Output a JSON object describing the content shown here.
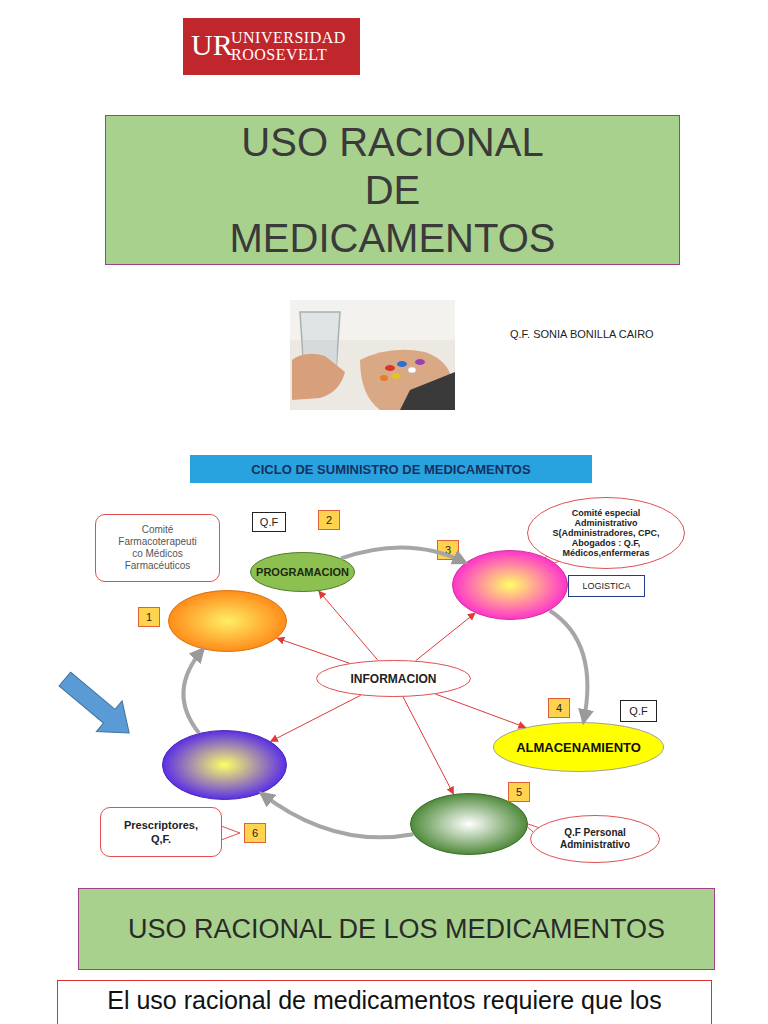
{
  "diagram": {
    "title": "USO RACIONAL DE MEDICAMENTOS",
    "nodes": [
      {
        "text": [
          "UR",
          "UNIVERSIDAD ROOSEVELT"
        ]
      },
      {
        "text": [
          "CICLO DE SUMINISTRO DE MEDICAMENTOS"
        ]
      },
      {
        "text": [
          "Comité especial Administrativo S(Administradores, CPC, Abogados : Q.F, Médicos,enfermeras"
        ]
      },
      {
        "text": [
          "Q.F"
        ]
      },
      {
        "text": [
          "Comité Farmacoterapeuti co Médicos Farmacéuticos"
        ]
      },
      {
        "text": [
          "2",
          "PROGRAMACION"
        ]
      },
      {
        "text": [
          "3"
        ]
      },
      {
        "text": [
          "LOGISTICA"
        ]
      },
      {
        "text": [
          "1"
        ]
      },
      {
        "text": [
          "INFORMACION"
        ]
      },
      {
        "text": [
          "Q.F"
        ]
      },
      {
        "text": [
          "4",
          "ALMACENAMIENTO"
        ]
      },
      {
        "text": [
          "6"
        ]
      },
      {
        "text": [
          "5"
        ]
      },
      {
        "text": [
          "Q.F Personal Administrativo"
        ]
      },
      {
        "text": [
          "Prescriptores, Q,F."
        ]
      },
      {
        "text": [
          "USO RACIONAL DE LOS MEDICAMENTOS"
        ]
      },
      {
        "text": [
          "El uso racional de medicamentos requiere que los"
        ]
      }
    ],
    "edges": [
      {
        "from": 5,
        "to": 6,
        "arrow": "to"
      },
      {
        "from": 6,
        "to": 11,
        "arrow": "to"
      },
      {
        "from": 13,
        "to": 12,
        "arrow": "to"
      },
      {
        "from": 12,
        "to": 8,
        "arrow": "to"
      },
      {
        "from": 9,
        "to": 8,
        "arrow": "to"
      },
      {
        "from": 9,
        "to": 5,
        "arrow": "to"
      },
      {
        "from": 9,
        "to": 6,
        "arrow": "to"
      },
      {
        "from": 9,
        "to": 11,
        "arrow": "to"
      },
      {
        "from": 9,
        "to": 13,
        "arrow": "to"
      },
      {
        "from": 9,
        "to": 12,
        "arrow": "to"
      }
    ],
    "labels": [
      "Q.F. SONIA BONILLA CAIRO"
    ]
  }
}
